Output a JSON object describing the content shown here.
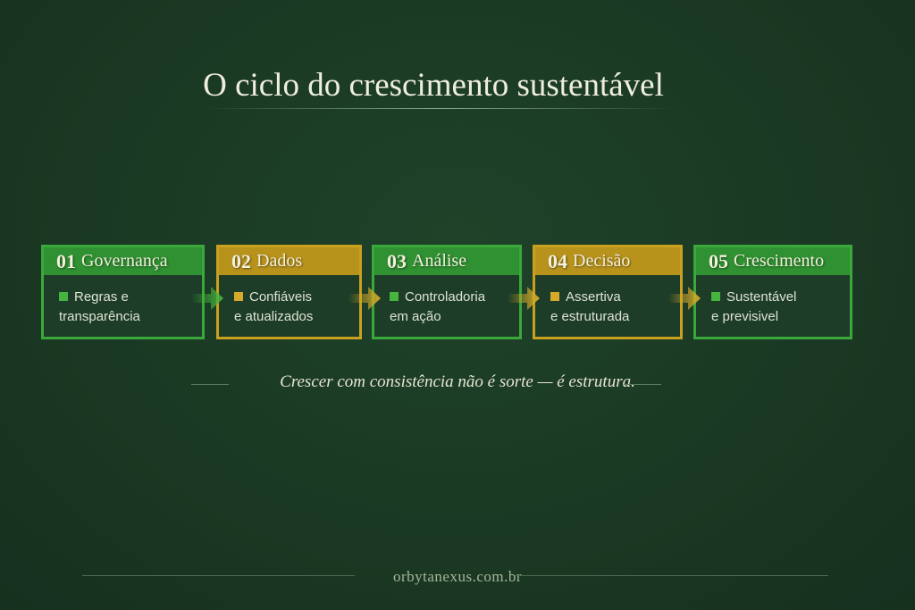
{
  "title": "O ciclo do crescimento sustentável",
  "steps": [
    {
      "num": "01",
      "name": "Governança",
      "line1": "Regras e",
      "line2": "transparência",
      "color": "#2f9132"
    },
    {
      "num": "02",
      "name": "Dados",
      "line1": "Confiáveis",
      "line2": "e atualizados",
      "color": "#b8931c"
    },
    {
      "num": "03",
      "name": "Análise",
      "line1": "Controladoria",
      "line2": "em ação",
      "color": "#2f9132"
    },
    {
      "num": "04",
      "name": "Decisão",
      "line1": "Assertiva",
      "line2": "e estruturada",
      "color": "#b8931c"
    },
    {
      "num": "05",
      "name": "Crescimento",
      "line1": "Sustentável",
      "line2": "e previsivel",
      "color": "#2f9132"
    }
  ],
  "tagline": "Crescer com consistência não é sorte — é estrutura.",
  "footer": "orbytanexus.com.br"
}
